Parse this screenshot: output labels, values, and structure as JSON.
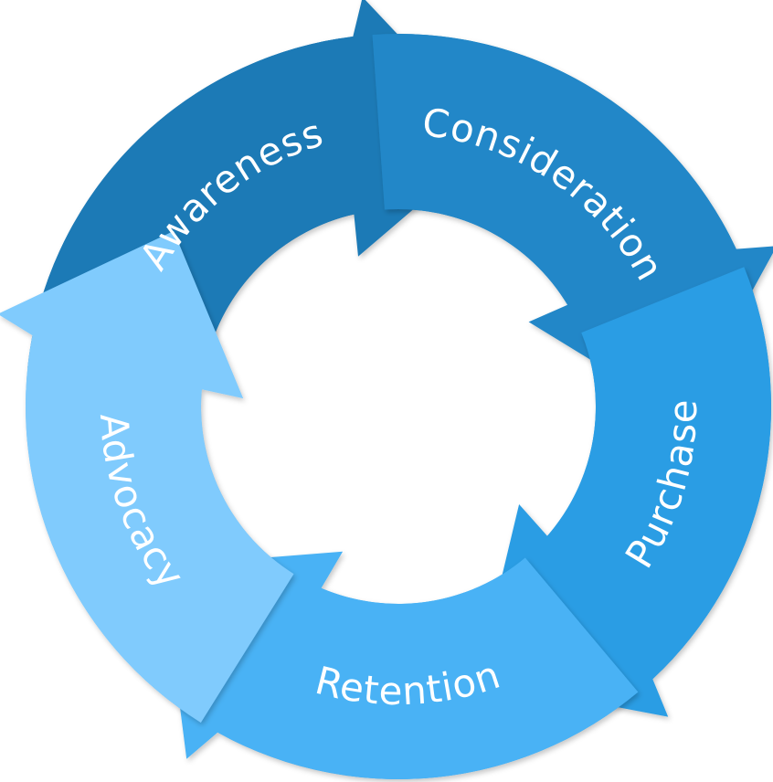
{
  "diagram": {
    "type": "cycle",
    "direction": "clockwise",
    "stages": [
      {
        "label": "Awareness",
        "color": "#1f7ab6"
      },
      {
        "label": "Consideration",
        "color": "#2087c8"
      },
      {
        "label": "Purchase",
        "color": "#2b9de4"
      },
      {
        "label": "Retention",
        "color": "#48b2f5"
      },
      {
        "label": "Advocacy",
        "color": "#80cbfd"
      }
    ]
  }
}
